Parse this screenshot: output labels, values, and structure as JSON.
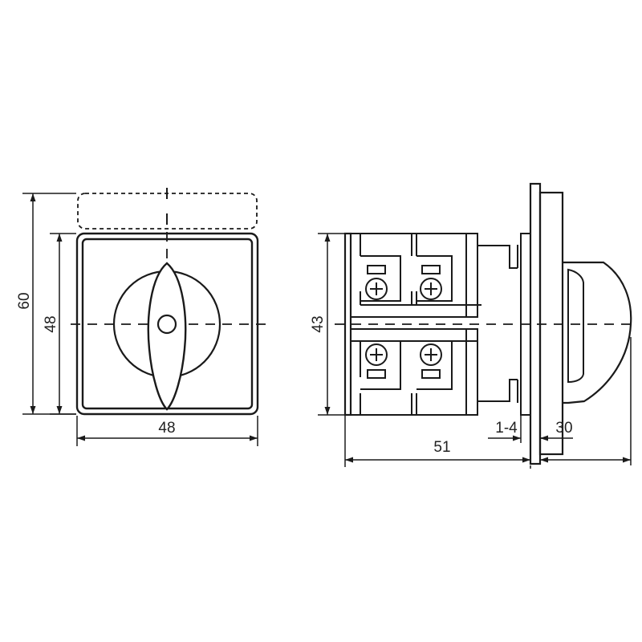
{
  "colors": {
    "line": "#1a1a1a",
    "background": "#ffffff"
  },
  "front_view": {
    "dim_total_height": "60",
    "dim_panel_height": "48",
    "dim_panel_width": "48"
  },
  "side_view": {
    "dim_body_height": "43",
    "dim_body_depth": "51",
    "dim_panel_thickness": "1-4",
    "dim_knob_depth": "30"
  }
}
